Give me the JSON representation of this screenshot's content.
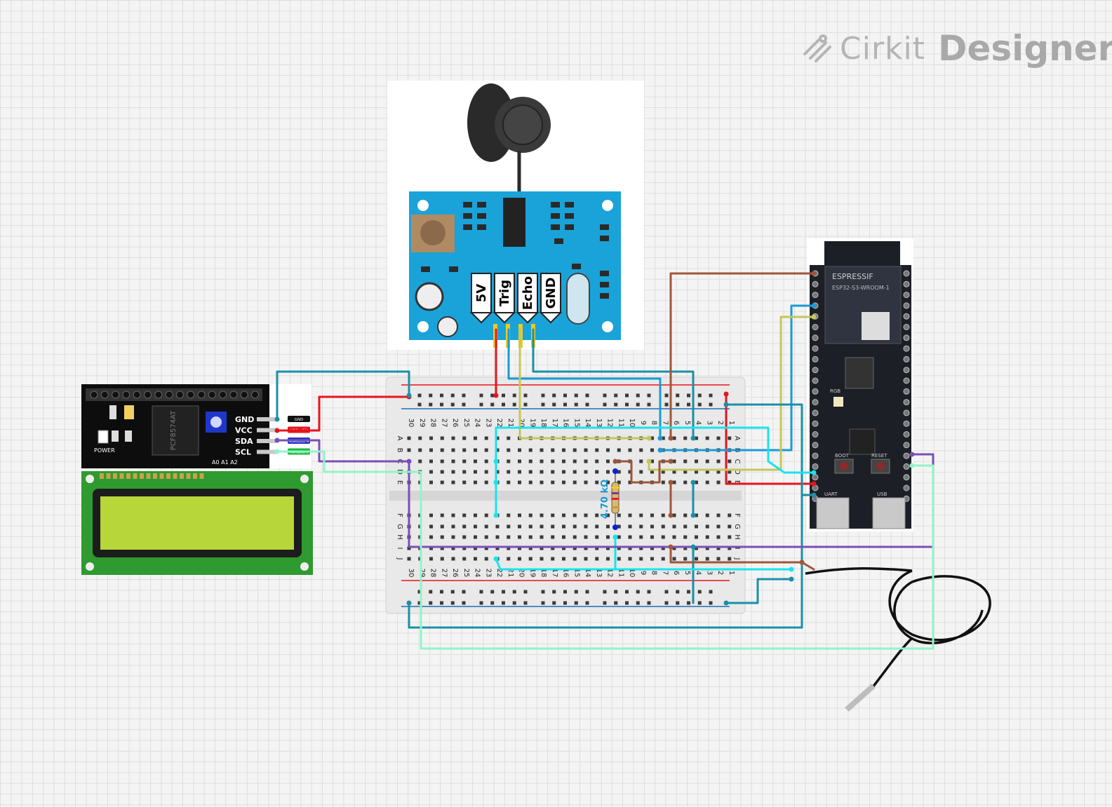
{
  "brand": {
    "name": "Cirkit",
    "product": "Designer"
  },
  "ultrasonic_sensor": {
    "pins": [
      "5V",
      "Trig",
      "Echo",
      "GND"
    ]
  },
  "lcd_i2c": {
    "chip_label": "PCF8574AT",
    "power_label": "POWER",
    "addr_label": "A0 A1 A2",
    "pins": [
      "GND",
      "VCC",
      "SDA",
      "SCL"
    ],
    "pin_tags": [
      "GND",
      "VCC +5V",
      "ANALOG 4",
      "ANALOG 5"
    ]
  },
  "esp32": {
    "brand": "ESPRESSIF",
    "module": "ESP32-S3-WROOM-1",
    "boot_label": "BOOT",
    "reset_label": "RESET",
    "uart_label": "UART",
    "usb_label": "USB",
    "led_label": "RGB"
  },
  "resistor": {
    "label": "4.70 kΩ"
  },
  "breadboard": {
    "columns": [
      "30",
      "29",
      "28",
      "27",
      "26",
      "25",
      "24",
      "23",
      "22",
      "21",
      "20",
      "19",
      "18",
      "17",
      "16",
      "15",
      "14",
      "13",
      "12",
      "11",
      "10",
      "9",
      "8",
      "7",
      "6",
      "5",
      "4",
      "3",
      "2",
      "1"
    ],
    "rows_top": [
      "A",
      "B",
      "C",
      "D",
      "E"
    ],
    "rows_bottom": [
      "F",
      "G",
      "H",
      "I",
      "J"
    ]
  },
  "colors": {
    "red": "#e8141c",
    "blue": "#1a9ad6",
    "teal": "#1a8fa8",
    "brown": "#a0553a",
    "olive": "#c5c65b",
    "cyan": "#16e4f0",
    "purple": "#7a4fb5",
    "mint": "#8ff5c8",
    "sensor_board": "#1aa3d8",
    "lcd_green": "#2f9a2f",
    "esp_board": "#1c1f26"
  }
}
